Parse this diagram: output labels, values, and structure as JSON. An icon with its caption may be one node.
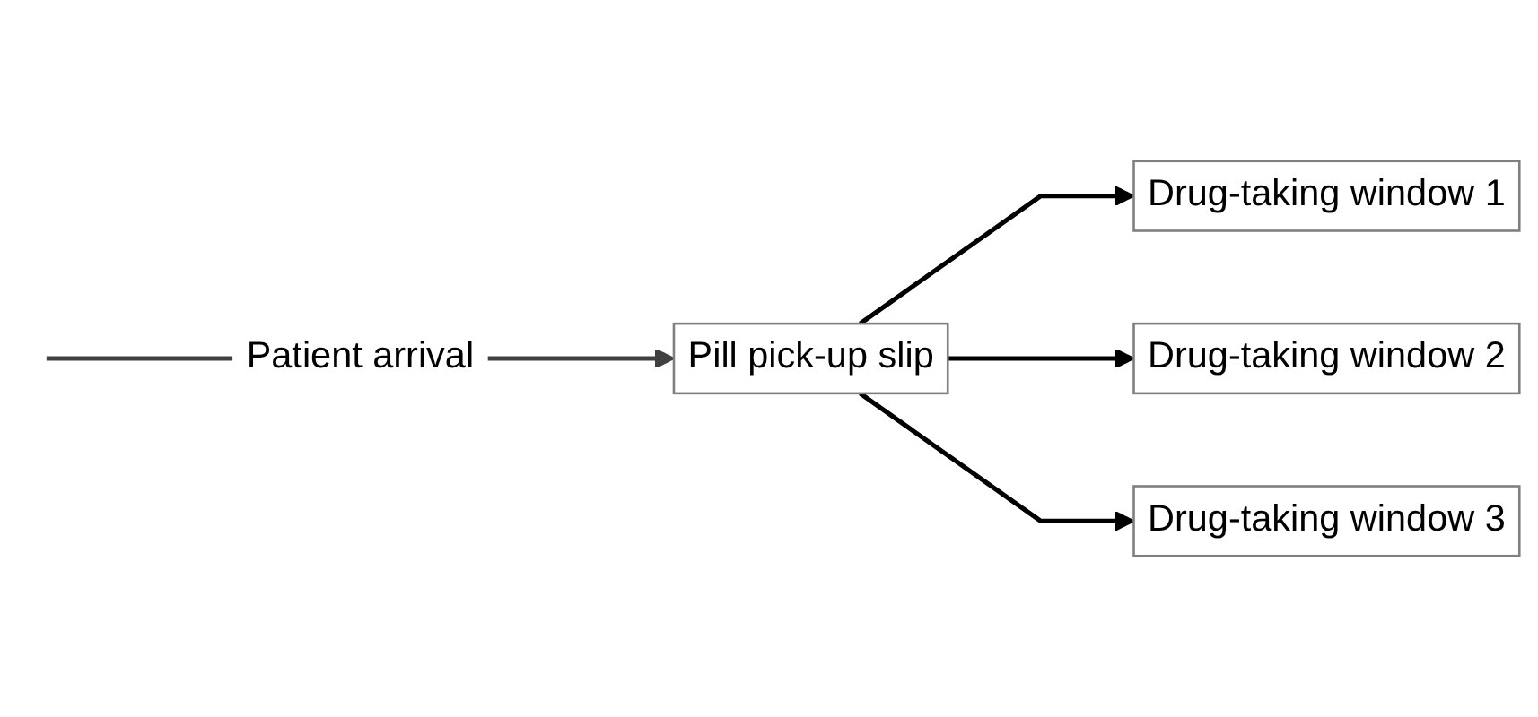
{
  "diagram": {
    "nodes": [
      {
        "text": [
          "Patient arrival"
        ]
      },
      {
        "text": [
          "Pill pick-up slip"
        ]
      },
      {
        "text": [
          "Drug-taking window 1"
        ]
      },
      {
        "text": [
          "Drug-taking window 2"
        ]
      },
      {
        "text": [
          "Drug-taking window 3"
        ]
      }
    ],
    "edges": [
      {
        "from": null,
        "to": 0,
        "arrow": "none",
        "color": "#404040"
      },
      {
        "from": 0,
        "to": 1,
        "arrow": "to",
        "color": "#404040"
      },
      {
        "from": 1,
        "to": 2,
        "arrow": "to"
      },
      {
        "from": 1,
        "to": 3,
        "arrow": "to"
      },
      {
        "from": 1,
        "to": 4,
        "arrow": "to"
      }
    ]
  }
}
